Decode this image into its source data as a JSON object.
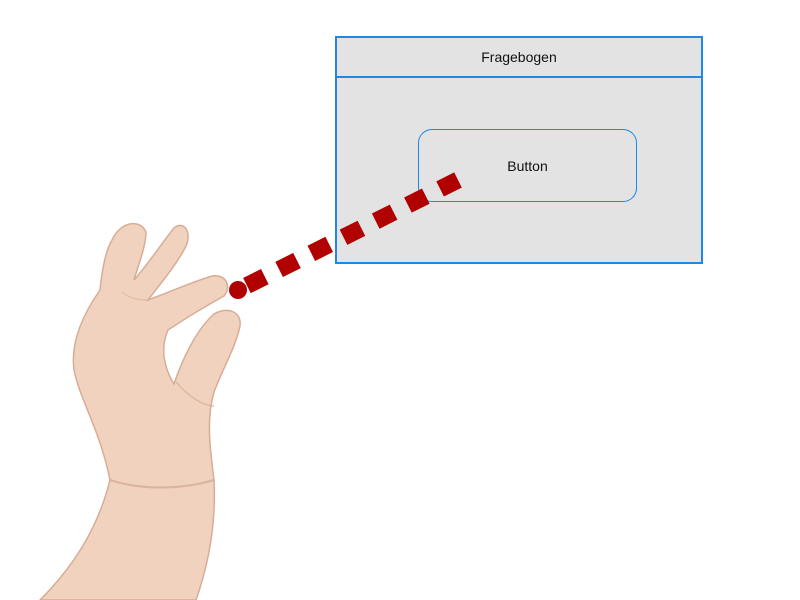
{
  "window": {
    "title": "Fragebogen"
  },
  "button": {
    "label": "Button"
  },
  "colors": {
    "border": "#1e88e5",
    "window_bg": "#e3e3e3",
    "pointer_line": "#b00000",
    "skin": "#f1d2bf"
  },
  "icons": {
    "pointing_hand": "pointing-hand-icon",
    "pointer_line": "dashed-pointer-line"
  }
}
